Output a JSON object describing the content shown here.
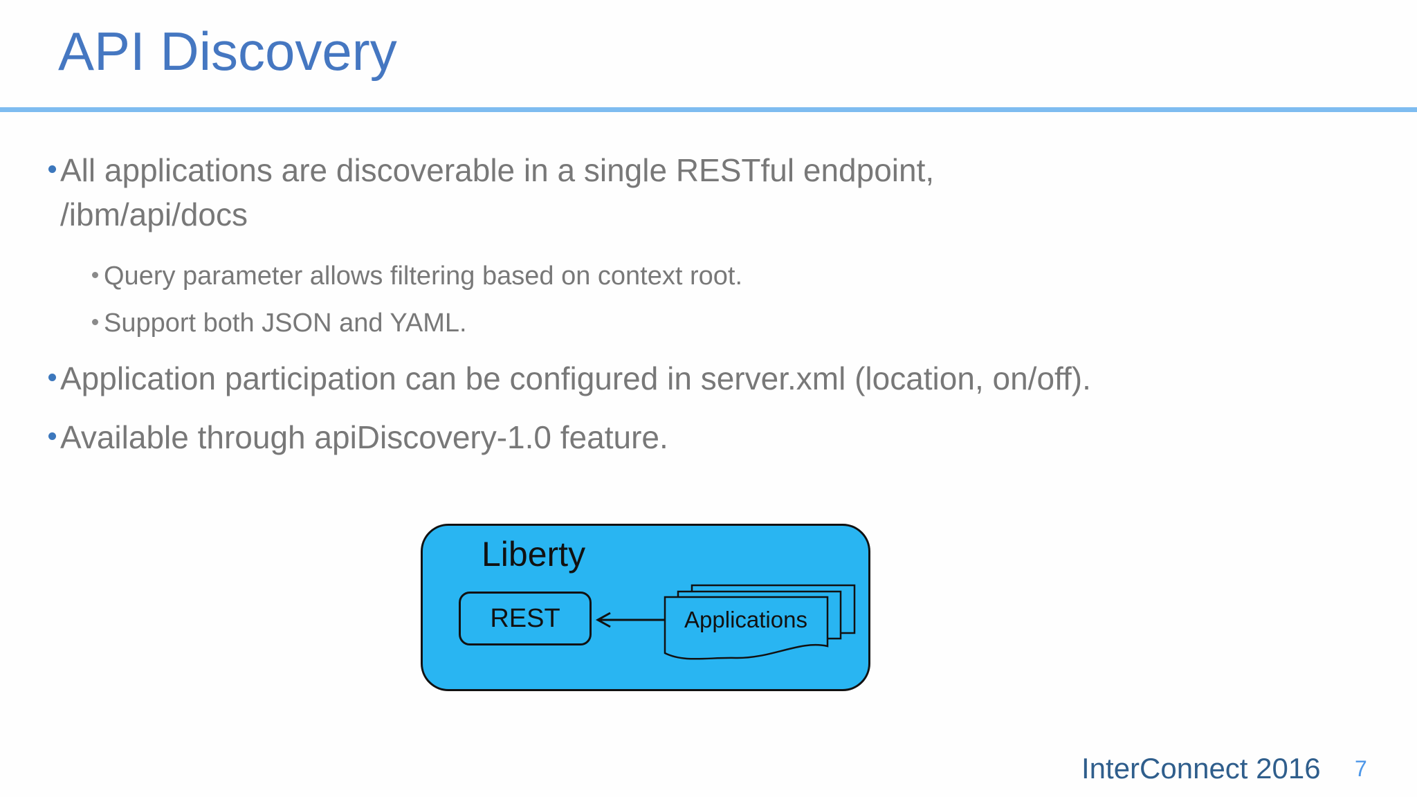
{
  "slide": {
    "title": "API Discovery",
    "bullets": [
      {
        "level": 1,
        "text": "All applications are discoverable in a single RESTful endpoint,\n/ibm/api/docs"
      },
      {
        "level": 2,
        "text": "Query parameter allows filtering based on context root."
      },
      {
        "level": 2,
        "text": "Support both JSON and YAML."
      },
      {
        "level": 1,
        "text": "Application participation can be configured in server.xml (location, on/off)."
      },
      {
        "level": 1,
        "text": "Available through apiDiscovery-1.0 feature."
      }
    ],
    "diagram": {
      "container_label": "Liberty",
      "rest_label": "REST",
      "applications_label": "Applications"
    },
    "footer": {
      "brand": "InterConnect 2016",
      "page_number": "7"
    },
    "colors": {
      "title_text": "#4577C1",
      "divider": "#7EBCF0",
      "body_text": "#787878",
      "bullet_marker": "#3C77BC",
      "sub_bullet_marker": "#8A8A8A",
      "diagram_fill": "#29B5F2",
      "diagram_stroke": "#111111",
      "footer_brand": "#2F5E8C",
      "page_number": "#4D97E8"
    }
  }
}
